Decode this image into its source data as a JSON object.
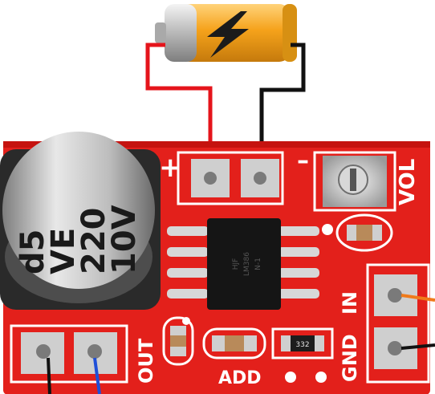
{
  "board": {
    "colors": {
      "pcb_red": "#e3201b",
      "silkscreen": "#ffffff",
      "pad_silver": "#cfcfcf",
      "chip_black": "#151515",
      "battery_orange": "#f5a21b",
      "wire_red": "#e5141b",
      "wire_black": "#111111",
      "wire_blue": "#1f4fd8",
      "wire_orange": "#f07a1a"
    },
    "labels": {
      "plus": "+",
      "minus": "–",
      "vol": "VOL",
      "in": "IN",
      "gnd": "GND",
      "out": "OUT",
      "add": "ADD"
    },
    "capacitor": {
      "line1": "d5",
      "line2": "VE",
      "line3": "220",
      "line4": "10V"
    },
    "chip": {
      "line1": "HJF",
      "line2": "LM386",
      "line3": "N-1"
    },
    "resistor_code": "332"
  }
}
